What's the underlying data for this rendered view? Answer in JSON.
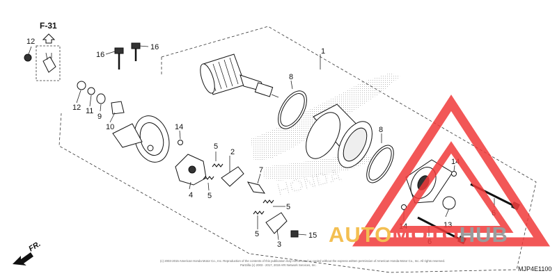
{
  "diagram": {
    "ref_label": "F-31",
    "diagram_code": "MJP4E1100",
    "direction_label": "FR.",
    "copyright_line1": "(c) 2003-2015 American Honda Motor Co., Inc. Reproduction of the contents of this publication may not be used or copied without the express written permission of American Honda Motor Co., Inc. All rights reserved.",
    "copyright_line2": "Partzilla (c) 2003 - 2017, 2019 ARI Network Services, Inc."
  },
  "callouts": {
    "c1": "1",
    "c2": "2",
    "c3": "3",
    "c4": "4",
    "c5a": "5",
    "c5b": "5",
    "c5c": "5",
    "c5d": "5",
    "c6a": "6",
    "c6b": "6",
    "c7": "7",
    "c8a": "8",
    "c8b": "8",
    "c9": "9",
    "c10": "10",
    "c11": "11",
    "c12a": "12",
    "c12b": "12",
    "c13": "13",
    "c14a": "14",
    "c14b": "14",
    "c14c": "14",
    "c15": "15",
    "c16a": "16",
    "c16b": "16"
  },
  "watermark": {
    "brand_part1": "AUTO",
    "brand_part2": "MOTO",
    "brand_part3": "HUB",
    "colors": {
      "triangle": "#f03a3a",
      "auto": "#f2b535",
      "moto": "#f03a3a",
      "hub": "#8a8a8a"
    }
  }
}
